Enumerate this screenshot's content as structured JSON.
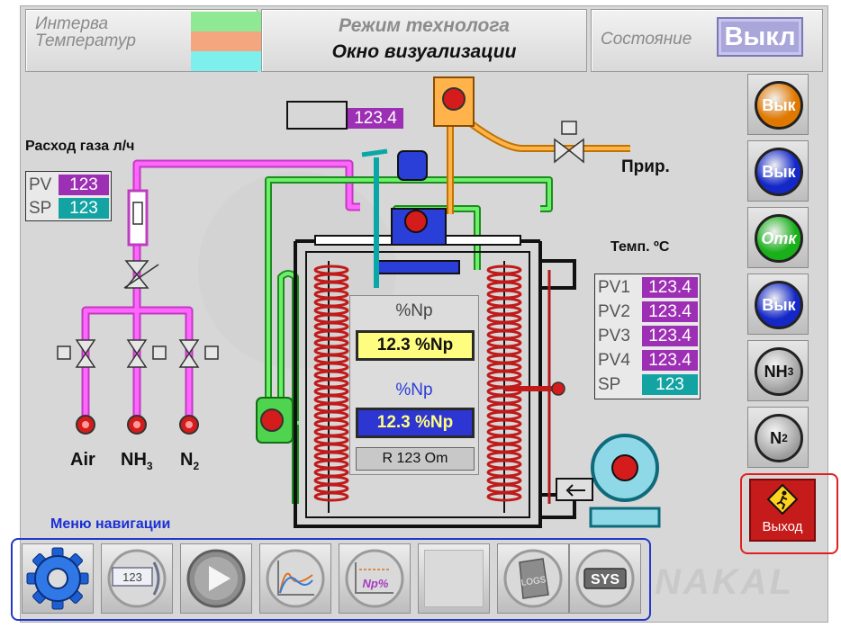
{
  "header": {
    "legend_line1": "Интерва",
    "legend_line2": "Температур",
    "legend_colors": [
      "#8ee894",
      "#f4a77f",
      "#7df0ee"
    ],
    "title_top": "Режим технолога",
    "title_bottom": "Окно визуализации",
    "state_label": "Состояние",
    "state_button": "Выкл"
  },
  "gas": {
    "title": "Расход газа л/ч",
    "pv_label": "PV",
    "pv_value": "123",
    "sp_label": "SP",
    "sp_value": "123",
    "inputs": [
      {
        "name": "Air",
        "sub": ""
      },
      {
        "name": "NH",
        "sub": "3"
      },
      {
        "name": "N",
        "sub": "2"
      }
    ]
  },
  "top_value": "123.4",
  "natural_gas_label": "Прир.",
  "temperature": {
    "title": "Темп. ºС",
    "rows": [
      {
        "label": "PV1",
        "value": "123.4"
      },
      {
        "label": "PV2",
        "value": "123.4"
      },
      {
        "label": "PV3",
        "value": "123.4"
      },
      {
        "label": "PV4",
        "value": "123.4"
      },
      {
        "label": "SP",
        "value": "123"
      }
    ]
  },
  "furnace": {
    "np_label_1": "%Np",
    "np_value_1": "12.3 %Np",
    "np_label_2": "%Np",
    "np_value_2": "12.3 %Np",
    "resistance": "R 123 Om"
  },
  "right_buttons": [
    {
      "label": "Вык",
      "color": "#e07800"
    },
    {
      "label": "Вык",
      "color": "#1428c8"
    },
    {
      "label": "Отк",
      "color": "#19b019"
    },
    {
      "label": "Вык",
      "color": "#1428c8"
    },
    {
      "label": "NH",
      "sub": "3",
      "color": "#8a8a8a"
    },
    {
      "label": "N",
      "sub": "2",
      "color": "#8a8a8a"
    }
  ],
  "exit_label": "Выход",
  "nav": {
    "title": "Меню навигации",
    "buttons": [
      {
        "icon": "gear-icon"
      },
      {
        "icon": "counter-icon",
        "text": "123"
      },
      {
        "icon": "play-icon"
      },
      {
        "icon": "trend-icon"
      },
      {
        "icon": "np-chart-icon",
        "text": "Np%"
      },
      {
        "icon": "empty-slot"
      },
      {
        "icon": "logs-icon",
        "text": "LOGS"
      },
      {
        "icon": "sys-icon",
        "text": "SYS"
      }
    ]
  },
  "brand": "NAKAL"
}
